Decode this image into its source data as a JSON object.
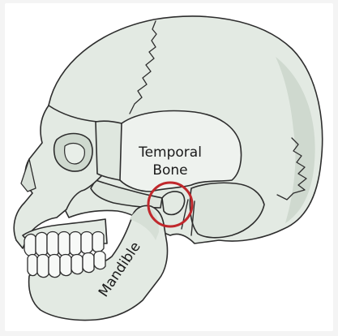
{
  "diagram": {
    "labels": {
      "temporal_line1": "Temporal",
      "temporal_line2": "Bone",
      "mandible": "Mandible"
    },
    "colors": {
      "bone_fill": "#e3eae3",
      "bone_shade": "#cfd9cf",
      "outline": "#2d2d2d",
      "highlight_ring": "#c0282c",
      "background": "#f4f4f4"
    }
  }
}
